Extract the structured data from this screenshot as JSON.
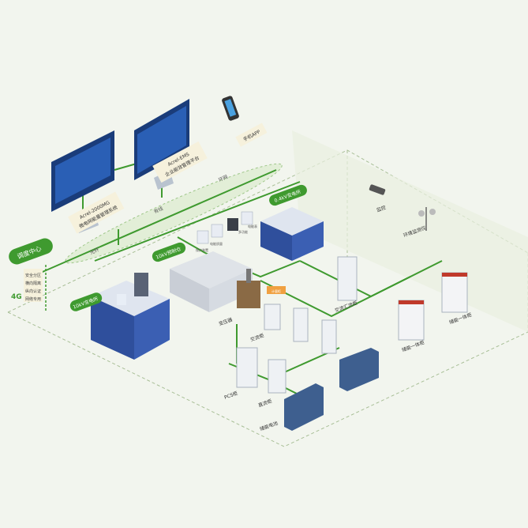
{
  "labels": {
    "platform_2000": [
      "Acrel-2000MG",
      "微电网能量管理系统"
    ],
    "platform_ems": [
      "Acrel-EMS",
      "企业能效管理平台"
    ],
    "mobile_app": "手机APP",
    "dispatch_center": "调度中心",
    "dispatch_items": [
      "安全分区",
      "横向隔离",
      "纵向认证",
      "网络专用"
    ],
    "net_4g": "4G",
    "net_ring": "环网",
    "net_wired": "有线",
    "net_wire2": "光纤",
    "sub_10kv_a": "10kV变电所",
    "sub_10kv_b": "10kV预制仓",
    "sub_04kv": "0.4kV变电所",
    "monitor": "监控",
    "env_monitor": "环境监测仪",
    "transformer": "变压器",
    "ac_cabinet": "交流柜",
    "ac_cabinet2": "交流汇流柜",
    "pcs": "PCS柜",
    "dc_cabinet": "直流柜",
    "battery": "储能电池",
    "storage_1": "储能一体柜",
    "storage_2": "储能一体柜",
    "meter_box": "计量柜",
    "small_1": "保护装置",
    "small_2": "电能质量",
    "small_3": "多功能",
    "small_4": "电能表"
  },
  "colors": {
    "green": "#3f9a2f",
    "green_light": "#7bc24a",
    "cabinet_blue": "#2f4f9c",
    "cabinet_top": "#c9d3e6"
  }
}
